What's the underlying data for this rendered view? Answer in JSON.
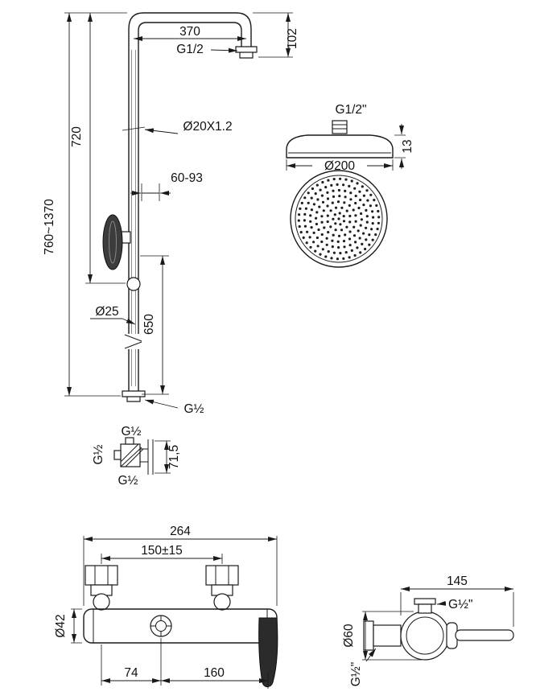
{
  "palette": {
    "line": "#1a1a1a",
    "background": "#ffffff",
    "dark_fill": "#3c3c3c"
  },
  "drawing": {
    "riser": {
      "dim_arm_width": "370",
      "thread_top": "G1/2",
      "dim_arm_drop": "102",
      "dim_upper": "720",
      "pipe_spec": "Ø20X1.2",
      "bracket_range": "60-93",
      "dim_total_height": "760~1370",
      "pipe_diameter": "Ø25",
      "dim_lower": "650",
      "thread_bottom": "G½"
    },
    "elbow_detail": {
      "thread_top": "G½",
      "thread_left": "G½",
      "thread_bottom": "G½",
      "dim_height": "71,5"
    },
    "shower_head": {
      "thread": "G1/2\"",
      "dim_thickness": "13",
      "dim_diameter": "Ø200"
    },
    "mixer_front": {
      "dim_overall_width": "264",
      "dim_inlet_spacing": "150±15",
      "dim_body_diameter": "Ø42",
      "dim_left": "74",
      "dim_right": "160"
    },
    "mixer_side": {
      "dim_depth": "145",
      "thread_top": "G½\"",
      "dim_body_diameter": "Ø60",
      "thread_rear": "G½\""
    }
  }
}
